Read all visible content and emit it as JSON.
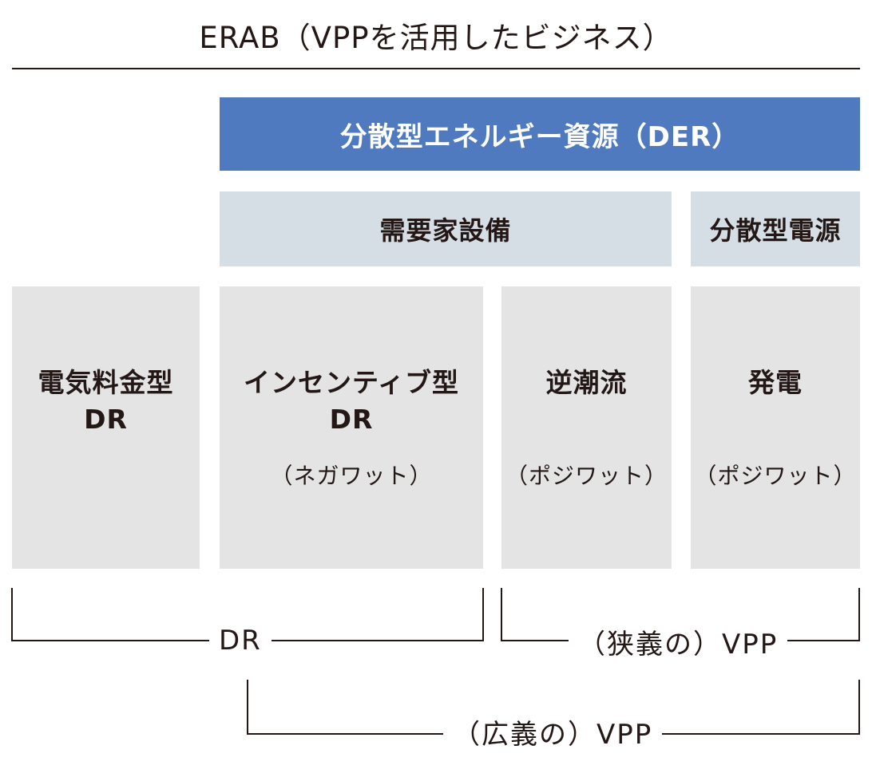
{
  "title": "ERAB（VPPを活用したビジネス）",
  "der": {
    "label": "分散型エネルギー資源（DER）",
    "color": "#4f7ac0"
  },
  "groups": {
    "demand_facilities": "需要家設備",
    "distributed_power": "分散型電源",
    "color": "#d5dee4"
  },
  "categories": {
    "tariff_dr": {
      "title": "電気料金型\nDR"
    },
    "incentive_dr": {
      "title": "インセンティブ型\nDR",
      "note": "（ネガワット）"
    },
    "reverse_flow": {
      "title": "逆潮流",
      "note": "（ポジワット）"
    },
    "generation": {
      "title": "発電",
      "note": "（ポジワット）"
    },
    "color": "#e4e4e4"
  },
  "brackets": {
    "dr": "DR",
    "narrow_vpp": "（狭義の）VPP",
    "broad_vpp": "（広義の）VPP"
  }
}
